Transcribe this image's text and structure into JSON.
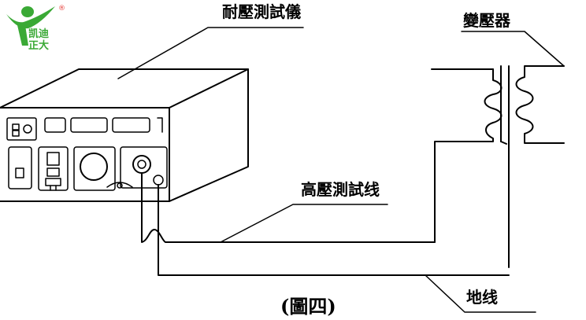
{
  "logo": {
    "line1": "凯迪",
    "line2": "正大",
    "registered": "®",
    "brand_color": "#3aa935"
  },
  "labels": {
    "tester": "耐壓測試儀",
    "transformer": "變壓器",
    "hv_lead": "高壓測試线",
    "ground": "地线",
    "caption": "(圖四)"
  }
}
